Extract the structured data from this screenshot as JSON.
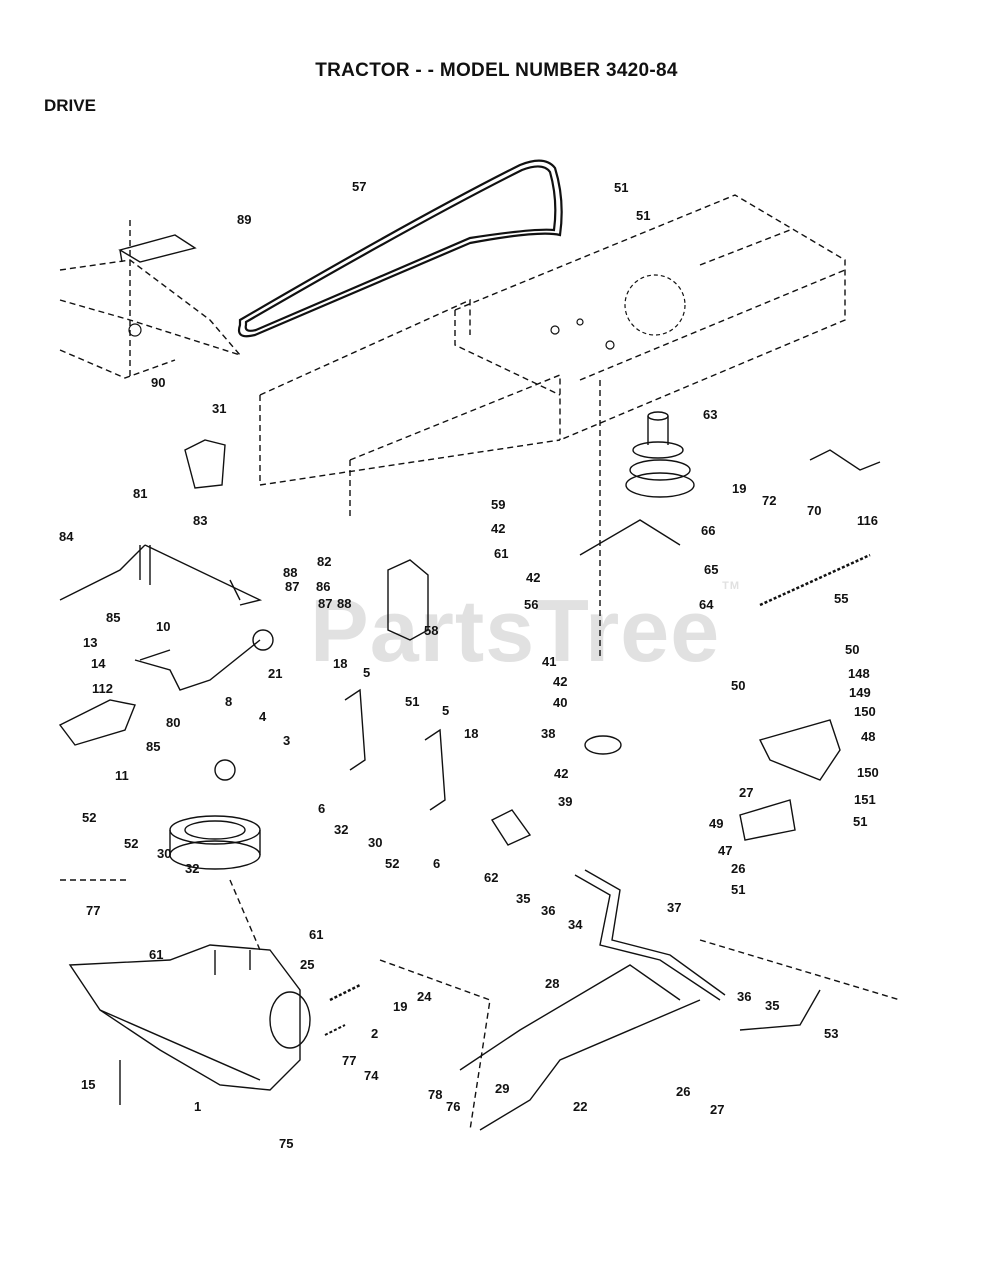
{
  "header": {
    "title": "TRACTOR - - MODEL NUMBER 3420-84",
    "section": "DRIVE"
  },
  "watermark": {
    "text": "PartsTree",
    "mark": "TM"
  },
  "colors": {
    "ink": "#111111",
    "watermark": "#d7d7d7",
    "background": "#ffffff"
  },
  "labels": [
    "57",
    "51",
    "51",
    "89",
    "90",
    "31",
    "63",
    "19",
    "72",
    "70",
    "116",
    "59",
    "42",
    "61",
    "66",
    "42",
    "65",
    "56",
    "64",
    "55",
    "81",
    "83",
    "82",
    "84",
    "88",
    "87",
    "86",
    "87",
    "88",
    "85",
    "58",
    "10",
    "21",
    "13",
    "14",
    "112",
    "8",
    "80",
    "85",
    "11",
    "4",
    "3",
    "18",
    "5",
    "51",
    "5",
    "18",
    "6",
    "6",
    "41",
    "42",
    "40",
    "38",
    "42",
    "39",
    "50",
    "148",
    "50",
    "149",
    "150",
    "48",
    "27",
    "150",
    "49",
    "151",
    "51",
    "47",
    "26",
    "51",
    "52",
    "52",
    "30",
    "32",
    "32",
    "30",
    "52",
    "77",
    "61",
    "61",
    "62",
    "35",
    "36",
    "34",
    "37",
    "25",
    "19",
    "24",
    "28",
    "2",
    "77",
    "36",
    "35",
    "53",
    "15",
    "1",
    "74",
    "78",
    "76",
    "75",
    "29",
    "22",
    "26",
    "27"
  ]
}
